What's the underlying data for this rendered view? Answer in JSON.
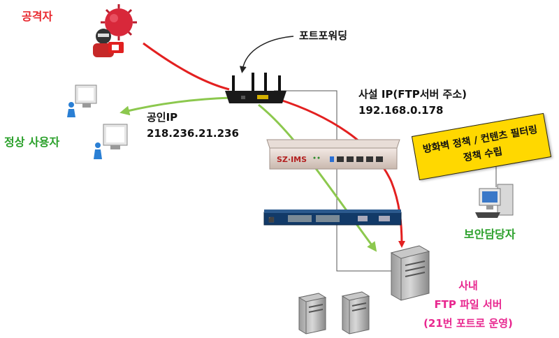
{
  "labels": {
    "attacker": "공격자",
    "normal_user": "정상 사용자",
    "port_forwarding": "포트포워딩",
    "public_ip_title": "공인IP",
    "public_ip_address": "218.236.21.236",
    "private_ip_title": "사설 IP(FTP서버 주소)",
    "private_ip_address": "192.168.0.178",
    "policy_line1": "방화벽 정책 / 컨텐츠 필터링",
    "policy_line2": "정책 수립",
    "security_admin": "보안담당자",
    "ftp_server_line1": "사내",
    "ftp_server_line2": "FTP 파일 서버",
    "ftp_server_line3": "(21번 포트로 운영)",
    "firewall_brand": "SZ·IMS"
  },
  "colors": {
    "attack_path": "#e32020",
    "normal_path": "#8cc84e",
    "attacker_text": "#e8282e",
    "user_text": "#2aa02a",
    "server_text": "#e8278f",
    "note_fill": "#ffd800"
  },
  "icons": [
    "virus-icon",
    "hacker-icon",
    "router-icon",
    "monitor-icon",
    "firewall-icon",
    "switch-icon",
    "server-icon",
    "admin-pc-icon"
  ]
}
